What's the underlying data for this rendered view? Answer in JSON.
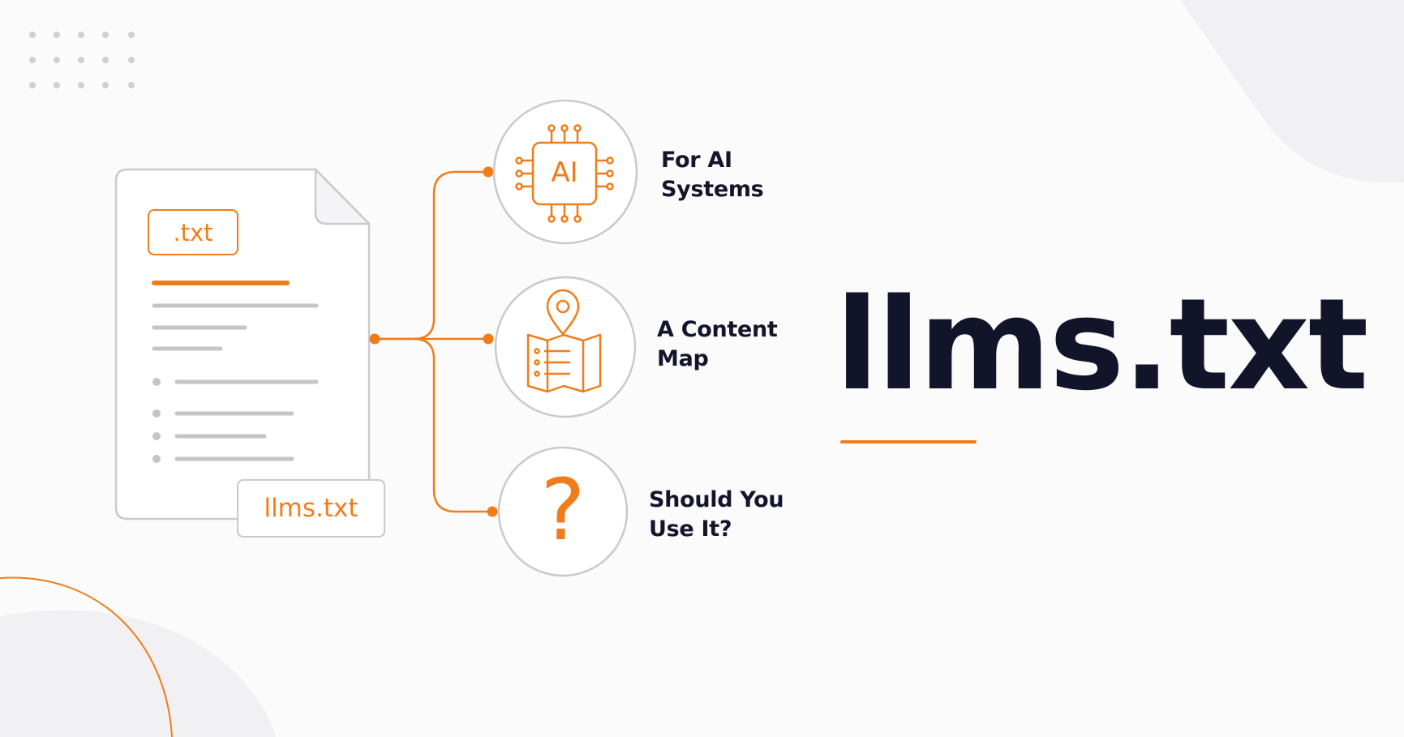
{
  "title": "llms.txt",
  "document": {
    "extension_tag": ".txt",
    "file_tag": "llms.txt"
  },
  "branches": [
    {
      "icon": "ai-chip-icon",
      "icon_text": "AI",
      "label_line1": "For AI",
      "label_line2": "Systems"
    },
    {
      "icon": "map-pin-icon",
      "label_line1": "A Content",
      "label_line2": "Map"
    },
    {
      "icon": "question-mark-icon",
      "icon_text": "?",
      "label_line1": "Should You",
      "label_line2": "Use It?"
    }
  ],
  "colors": {
    "accent": "#f07d1a",
    "ink": "#12142a",
    "outline": "#c9c9cf",
    "text_lines": "#c4c4c9",
    "background": "#fbfbfc"
  }
}
